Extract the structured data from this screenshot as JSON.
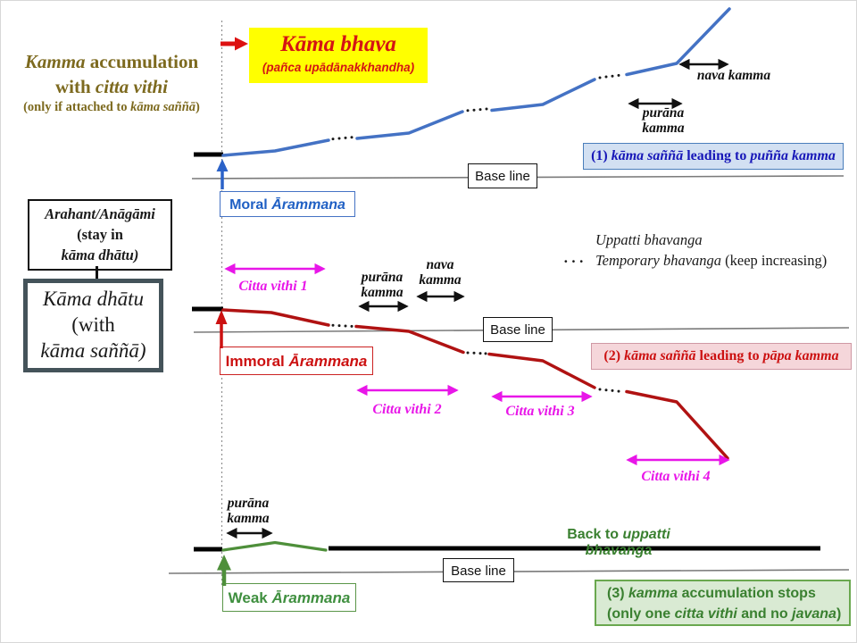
{
  "colors": {
    "title_olive": "#7d6a1f",
    "kama_bhava_red": "#d41414",
    "kama_bhava_bg": "#ffff00",
    "blue_curve": "#4472c4",
    "red_curve": "#b01212",
    "green_curve": "#4e8f3a",
    "magenta_arrow": "#e816e8",
    "moral_blue": "#2060c4",
    "immoral_red": "#cc1111",
    "weak_green": "#3f8f3f",
    "info1_bg": "#d2e0f2",
    "info2_bg": "#f5d6da",
    "info3_bg": "#d9ead3",
    "info3_green": "#3a8030"
  },
  "header": {
    "title_it": "Kamma",
    "title_rest": " accumulation",
    "title_l2_pre": "with ",
    "title_l2_it": "citta vithi",
    "subtitle_pre": "(only if attached to ",
    "subtitle_it": "kāma saññā",
    "subtitle_post": ")"
  },
  "kama_bhava": {
    "title": "Kāma bhava",
    "subtitle": "(pañca upādānakkhandha)"
  },
  "arahant_box": {
    "line1": "Arahant/Anāgāmi",
    "line2": "(stay in",
    "line3": "kāma dhātu)"
  },
  "kama_dhatu_box": {
    "line1": "Kāma dhātu",
    "line2": "(with",
    "line3": "kāma saññā)"
  },
  "arammana_boxes": {
    "moral_pre": "Moral ",
    "moral_it": "Ārammana",
    "immoral_pre": "Immoral ",
    "immoral_it": "Ārammana",
    "weak_pre": "Weak ",
    "weak_it": "Ārammana"
  },
  "baseline_label": "Base line",
  "legend": {
    "uppatti_label": "Uppatti bhavanga",
    "temporary_it": "Temporary bhavanga",
    "temporary_rest": " (keep increasing)",
    "dots_glyph": "···"
  },
  "sections": {
    "s1": {
      "num": "(1) ",
      "it1": "kāma saññā",
      "mid": " leading to ",
      "it2": "puñña kamma"
    },
    "s2": {
      "num": "(2) ",
      "it1": "kāma saññā",
      "mid": " leading to ",
      "it2": "pāpa kamma"
    },
    "s3": {
      "l1_pre": "(3) ",
      "l1_it": "kamma",
      "l1_post": " accumulation stops",
      "l2_pre": "(only one ",
      "l2_it1": "citta vithi",
      "l2_mid": " and no ",
      "l2_it2": "javana",
      "l2_post": ")"
    }
  },
  "kamma_labels": {
    "nava_kamma": "nava kamma",
    "nava": "nava",
    "purana": "purāna",
    "kamma": "kamma"
  },
  "citta_vithi": {
    "v1": "Citta vithi 1",
    "v2": "Citta vithi 2",
    "v3": "Citta vithi 3",
    "v4": "Citta vithi 4"
  },
  "back_label": {
    "pre": "Back to ",
    "it": "uppatti bhavanga"
  }
}
